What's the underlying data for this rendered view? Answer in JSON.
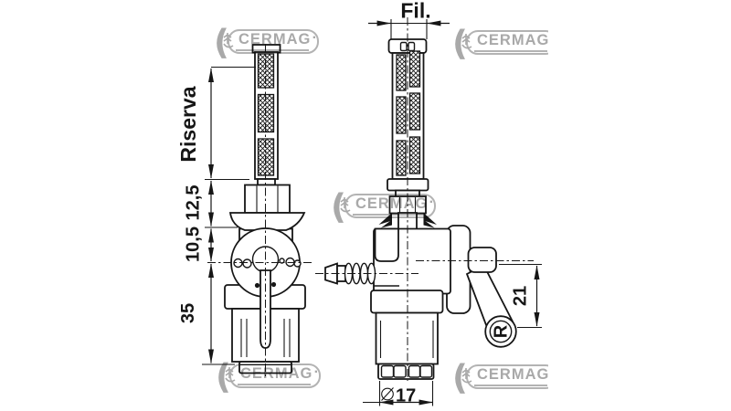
{
  "brand": {
    "name": "CERMAG",
    "dot": "·"
  },
  "colors": {
    "line": "#161616",
    "watermark": "#a9a9a9",
    "background": "#ffffff"
  },
  "labels": {
    "thread": "Fil.",
    "reserve": "Riserva",
    "dim_nut_height": "12,5",
    "dim_cone_to_center": "10,5",
    "dim_center_to_bottom": "35",
    "dim_lever_drop": "21",
    "dim_diameter_value": "17",
    "lever_mark": "R"
  }
}
